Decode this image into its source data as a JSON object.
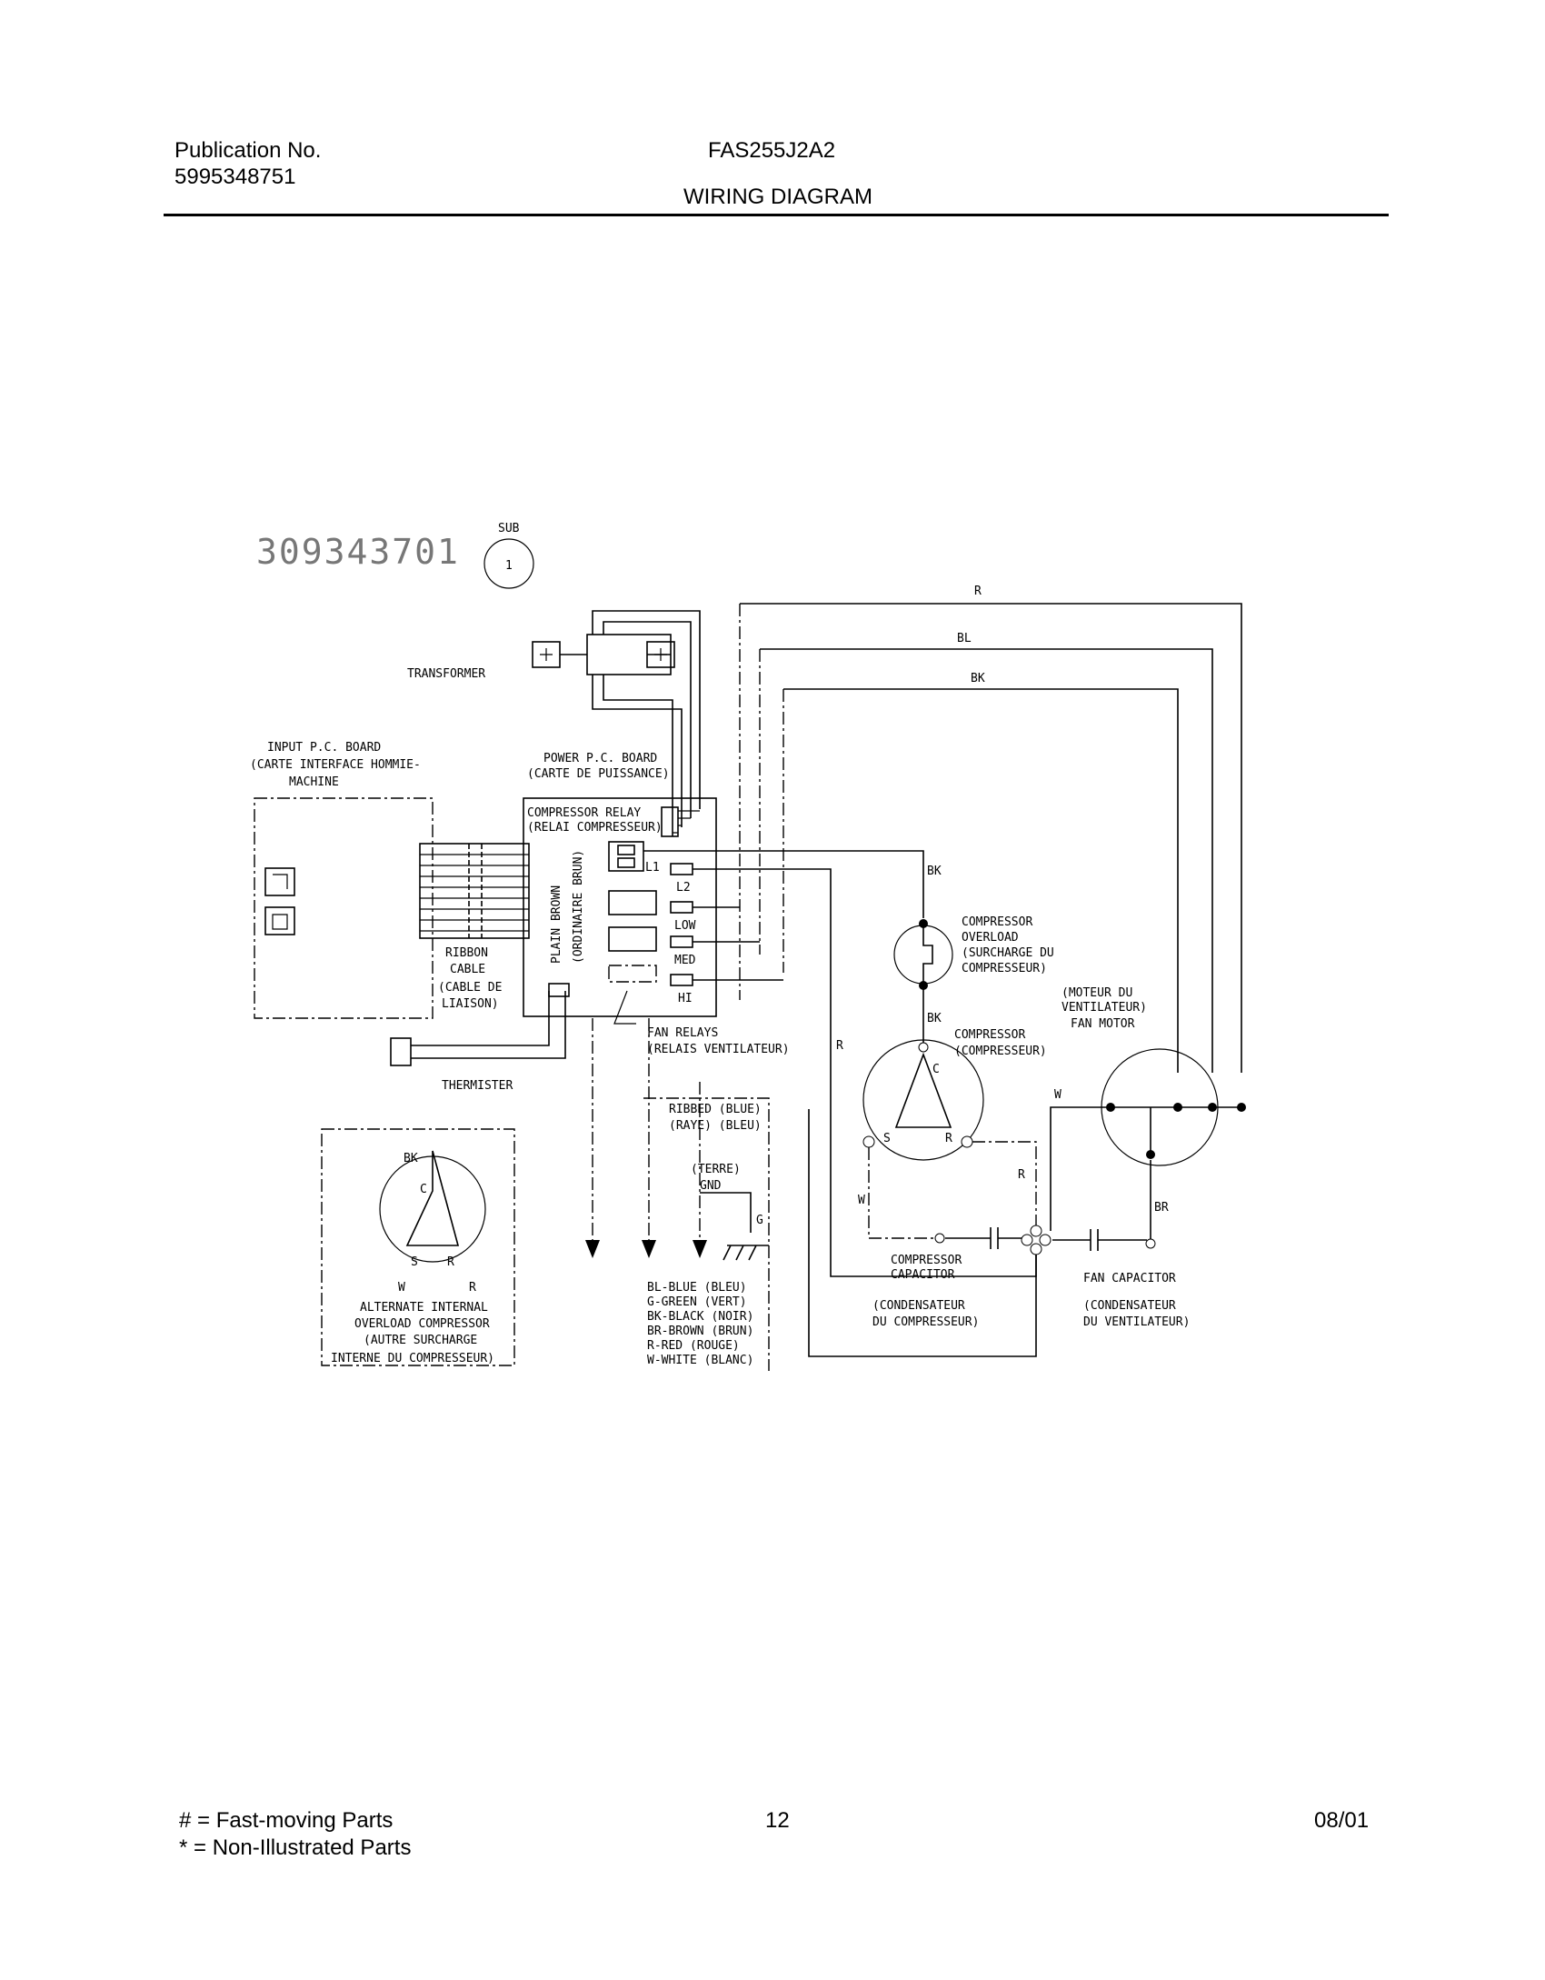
{
  "header": {
    "publication_label": "Publication No.",
    "publication_number": "5995348751",
    "model": "FAS255J2A2",
    "section_title": "WIRING DIAGRAM"
  },
  "diagram": {
    "part_number": "309343701",
    "sub_label": "SUB",
    "sub_value": "1",
    "transformer": "TRANSFORMER",
    "input_board": [
      "INPUT P.C. BOARD",
      "(CARTE INTERFACE HOMMIE-",
      "MACHINE"
    ],
    "power_board": [
      "POWER P.C. BOARD",
      "(CARTE DE PUISSANCE)"
    ],
    "compressor_relay": [
      "COMPRESSOR RELAY",
      "(RELAI COMPRESSEUR)"
    ],
    "ribbon_cable": [
      "RIBBON",
      "CABLE",
      "(CABLE DE",
      "LIAISON)"
    ],
    "plain_brown": "PLAIN BROWN",
    "ordinaire_brun": "(ORDINAIRE BRUN)",
    "terminal_l1": "L1",
    "terminal_l2": "L2",
    "speed_low": "LOW",
    "speed_med": "MED",
    "speed_hi": "HI",
    "fan_relays": [
      "FAN RELAYS",
      "(RELAIS VENTILATEUR)"
    ],
    "thermister": "THERMISTER",
    "compressor_overload": [
      "COMPRESSOR",
      "OVERLOAD",
      "(SURCHARGE DU",
      "COMPRESSEUR)"
    ],
    "compressor": [
      "COMPRESSOR",
      "(COMPRESSEUR)"
    ],
    "fan_motor": [
      "(MOTEUR DU",
      "VENTILATEUR)",
      "FAN MOTOR"
    ],
    "compressor_capacitor": [
      "COMPRESSOR",
      "CAPACITOR"
    ],
    "condensateur_compresseur": [
      "(CONDENSATEUR",
      "DU COMPRESSEUR)"
    ],
    "fan_capacitor": [
      "FAN CAPACITOR",
      "(CONDENSATEUR",
      "DU VENTILATEUR)"
    ],
    "ribbed": [
      "RIBBED  (BLUE)",
      "(RAYE)   (BLEU)"
    ],
    "terre": "(TERRE)",
    "gnd": "GND",
    "ground_g": "G",
    "color_key": [
      "BL-BLUE (BLEU)",
      "G-GREEN (VERT)",
      "BK-BLACK (NOIR)",
      "BR-BROWN (BRUN)",
      "R-RED (ROUGE)",
      "W-WHITE (BLANC)"
    ],
    "alt_overload": [
      "ALTERNATE INTERNAL",
      "OVERLOAD COMPRESSOR",
      "(AUTRE SURCHARGE",
      "INTERNE DU COMPRESSEUR)"
    ],
    "wire_r": "R",
    "wire_bl": "BL",
    "wire_bk": "BK",
    "wire_w": "W",
    "wire_br": "BR",
    "term_c": "C",
    "term_s": "S"
  },
  "footer": {
    "legend_fast": "#  =  Fast-moving Parts",
    "legend_non": "*  =  Non-Illustrated Parts",
    "page_number": "12",
    "date": "08/01"
  }
}
